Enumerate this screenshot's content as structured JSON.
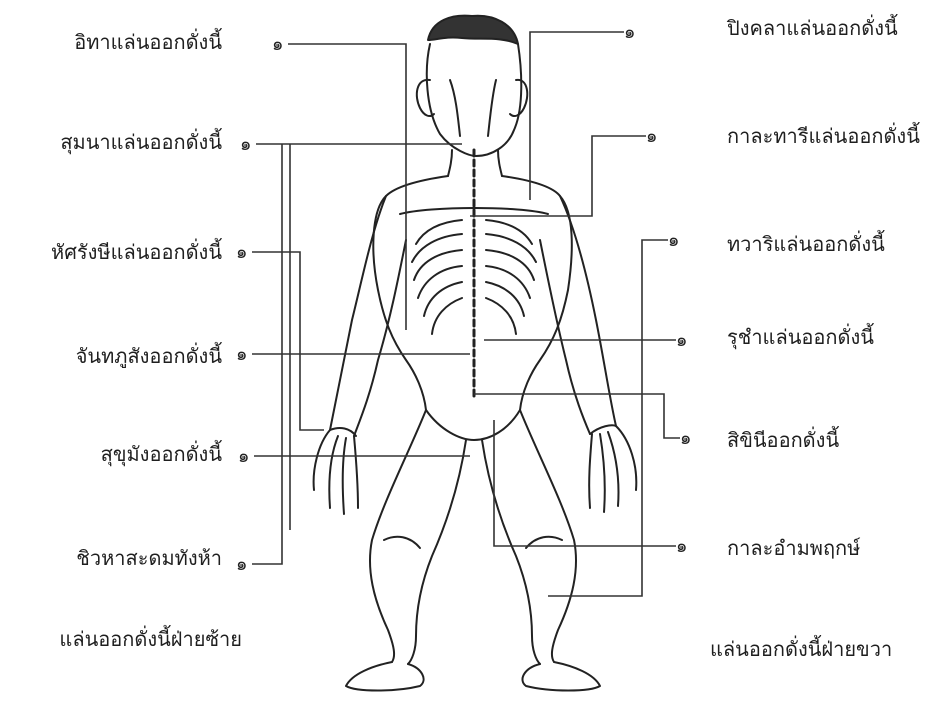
{
  "left_labels": [
    "อิทาแล่นออกดั่งนี้",
    "สุมนาแล่นออกดั่งนี้",
    "หัศรังษีแล่นออกดั่งนี้",
    "จันทภูสังออกดั่งนี้",
    "สุขุมังออกดั่งนี้",
    "ชิวหาสะดมทังห้า"
  ],
  "right_labels": [
    "ปิงคลาแล่นออกดั่งนี้",
    "กาละทารีแล่นออกดั่งนี้",
    "ทวาริแล่นออกดั่งนี้",
    "รุชำแล่นออกดั่งนี้",
    "สิขินีออกดั่งนี้",
    "กาละอำมพฤกษ์"
  ],
  "left_caption": "แล่นออกดั่งนี้ฝ่ายซ้าย",
  "right_caption": "แล่นออกดั่งนี้ฝ่ายขวา",
  "left_markers": [
    "๑",
    "๑",
    "๑",
    "๑",
    "๑",
    "๑"
  ],
  "right_markers": [
    "๑",
    "๑",
    "๑",
    "๑",
    "๑",
    "๑"
  ]
}
